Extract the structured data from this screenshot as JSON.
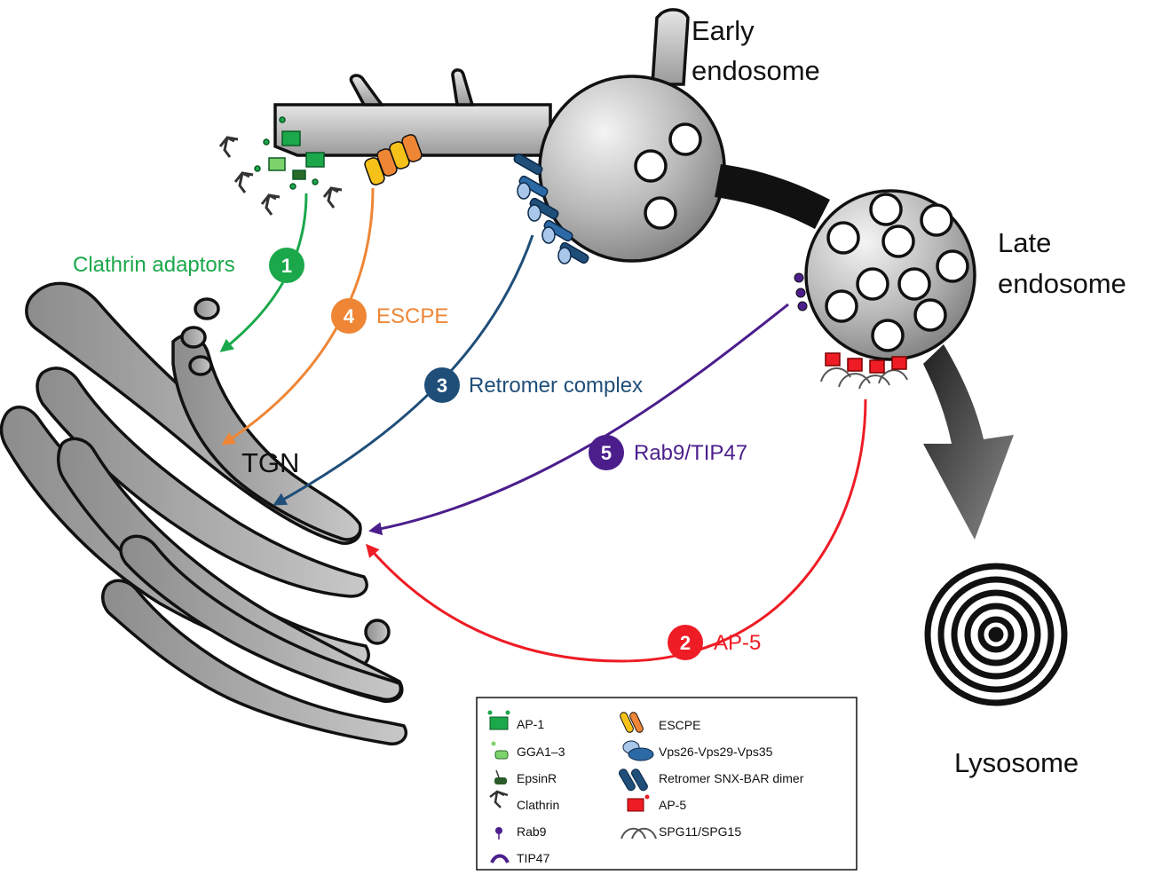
{
  "colors": {
    "clathrin_adaptors": "#1aa84a",
    "escpe": "#ee8636",
    "retromer": "#1f4e79",
    "rab9_tip47": "#4b1e8c",
    "ap5": "#ee1c25",
    "organelle_gray": "#b4b4b4",
    "outline": "#111111"
  },
  "organelles": {
    "early_endosome": [
      "Early",
      "endosome"
    ],
    "late_endosome": [
      "Late",
      "endosome"
    ],
    "lysosome": "Lysosome",
    "tgn": "TGN"
  },
  "pathways": [
    {
      "number": "1",
      "label": "Clathrin adaptors"
    },
    {
      "number": "2",
      "label": "AP-5"
    },
    {
      "number": "3",
      "label": "Retromer complex"
    },
    {
      "number": "4",
      "label": "ESCPE"
    },
    {
      "number": "5",
      "label": "Rab9/TIP47"
    }
  ],
  "legend": {
    "left": [
      "AP-1",
      "GGA1–3",
      "EpsinR",
      "Clathrin",
      "Rab9",
      "TIP47"
    ],
    "right": [
      "ESCPE",
      "Vps26-Vps29-Vps35",
      "Retromer SNX-BAR dimer",
      "AP-5",
      "SPG11/SPG15"
    ]
  }
}
